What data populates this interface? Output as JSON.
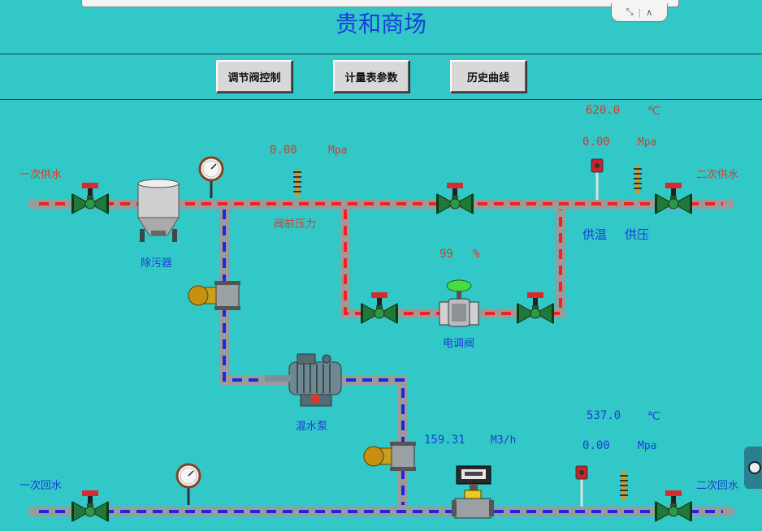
{
  "window": {
    "title": "贵和商场"
  },
  "toolbar": {
    "buttons": [
      {
        "label": "调节阀控制"
      },
      {
        "label": "计量表参数"
      },
      {
        "label": "历史曲线"
      }
    ]
  },
  "labels": {
    "primary_supply": "一次供水",
    "secondary_supply": "二次供水",
    "primary_return": "一次回水",
    "secondary_return": "二次回水",
    "filter": "除污器",
    "pre_valve_pressure": "阀前压力",
    "supply_temp": "供温",
    "supply_pressure": "供压",
    "control_valve": "电调阀",
    "mixing_pump": "混水泵"
  },
  "readings": {
    "pre_valve_pressure": {
      "value": "0.00",
      "unit": "Mpa"
    },
    "valve_opening": {
      "value": "99",
      "unit": "%"
    },
    "supply_temp": {
      "value": "620.0",
      "unit": "℃"
    },
    "supply_pressure": {
      "value": "0.00",
      "unit": "Mpa"
    },
    "flow": {
      "value": "159.31",
      "unit": "M3/h"
    },
    "return_temp": {
      "value": "537.0",
      "unit": "℃"
    },
    "return_pressure": {
      "value": "0.00",
      "unit": "Mpa"
    }
  },
  "colors": {
    "background": "#33c8c8",
    "pipe": "#9a9a9a",
    "supply_flow": "#ee2222",
    "return_flow": "#1a28e0",
    "valve_body": "#1f7a3a",
    "valve_handle": "#d82a2a",
    "title": "#1a3cd8",
    "reading_red": "#d83a2a",
    "reading_blue": "#1a3cd8"
  },
  "icons": {
    "restore": "restore-icon",
    "collapse": "chevron-up-icon"
  }
}
